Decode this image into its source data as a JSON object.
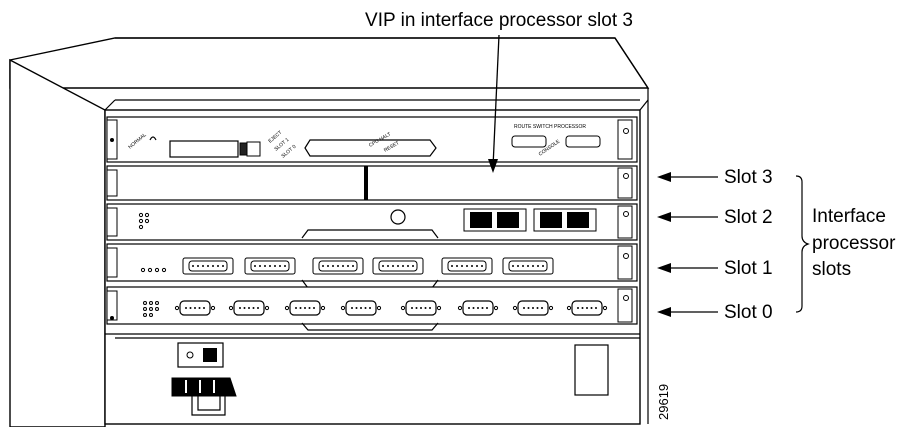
{
  "diagram": {
    "title_callout": "VIP in interface processor slot 3",
    "slots": [
      {
        "label": "Slot 3"
      },
      {
        "label": "Slot 2"
      },
      {
        "label": "Slot 1"
      },
      {
        "label": "Slot 0"
      }
    ],
    "group_label_lines": [
      "Interface",
      "processor",
      "slots"
    ],
    "figure_number": "29619",
    "rsp_panel_text": {
      "title": "ROUTE SWITCH PROCESSOR",
      "normal": "NORMAL",
      "slot_labels": [
        "EJECT",
        "SLOT 1",
        "SLOT 0"
      ],
      "cpu_halt": "CPU HALT",
      "reset": "RESET",
      "console": "CONSOLE"
    }
  }
}
